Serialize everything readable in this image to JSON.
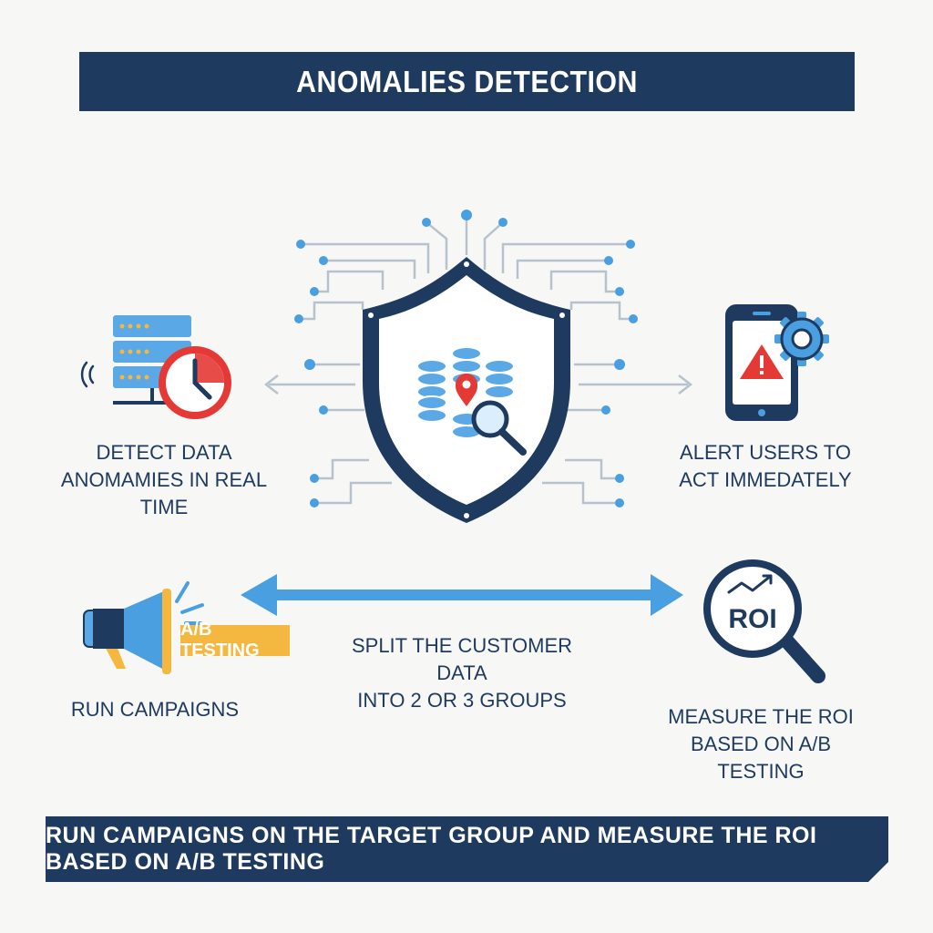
{
  "title": "ANOMALIES DETECTION",
  "footer": "RUN CAMPAIGNS ON THE TARGET GROUP AND MEASURE THE ROI BASED ON A/B TESTING",
  "captions": {
    "detect": [
      "DETECT DATA",
      "ANOMAMIES IN REAL TIME"
    ],
    "alert": [
      "ALERT USERS TO",
      "ACT IMMEDATELY"
    ],
    "split": [
      "SPLIT THE CUSTOMER DATA",
      "INTO 2 OR 3 GROUPS"
    ],
    "campaigns": [
      "RUN CAMPAIGNS"
    ],
    "measure": [
      "MEASURE THE ROI",
      "BASED ON A/B TESTING"
    ]
  },
  "tags": {
    "ab_testing": "A/B TESTING",
    "roi": "ROI"
  },
  "icons": {
    "center": "shield-database-search-icon",
    "detect": "server-clock-icon",
    "alert": "phone-alert-gear-icon",
    "campaigns": "megaphone-icon",
    "measure": "magnifier-roi-icon"
  },
  "colors": {
    "navy": "#1e3a5f",
    "blue": "#4a9fe0",
    "red": "#e53935",
    "yellow": "#f4b740",
    "circuit": "#b8c2cc"
  }
}
